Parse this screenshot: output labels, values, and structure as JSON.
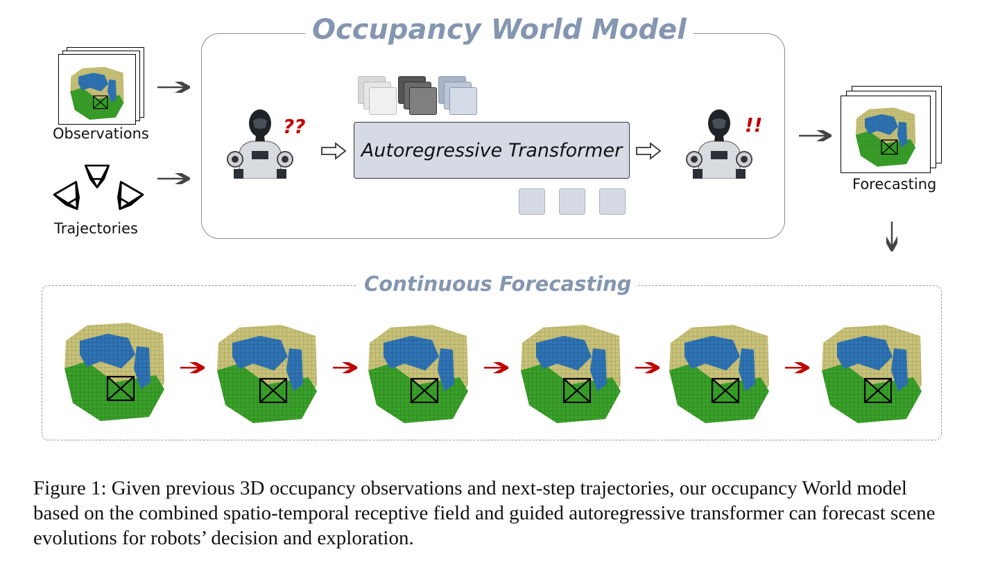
{
  "figure": {
    "title": "Occupancy World Model",
    "inputs": {
      "observations_label": "Observations",
      "trajectories_label": "Trajectories"
    },
    "model": {
      "transformer_label": "Autoregressive Transformer",
      "question_marks": "??",
      "exclamation_marks": "!!"
    },
    "output": {
      "forecasting_label": "Forecasting"
    },
    "continuous": {
      "title": "Continuous Forecasting",
      "frame_count": 6
    },
    "colors": {
      "title_color": "#8496b0",
      "transformer_fill": "#d5dae5",
      "voxel_green": "#3aa02a",
      "voxel_blue": "#2f74b5",
      "voxel_yellow": "#c8c27a",
      "voxel_lightblue": "#9fc3da",
      "arrow_red": "#c00000"
    },
    "icons": [
      "robot-icon",
      "camera-frustum-icon",
      "voxel-scene-icon",
      "hollow-arrow-icon",
      "right-arrow-icon",
      "down-arrow-icon"
    ]
  },
  "caption": "Figure 1: Given previous 3D occupancy observations and next-step trajectories, our occupancy World model based on the combined spatio-temporal receptive field and guided autoregressive transformer can forecast scene evolutions for robots’ decision and exploration."
}
